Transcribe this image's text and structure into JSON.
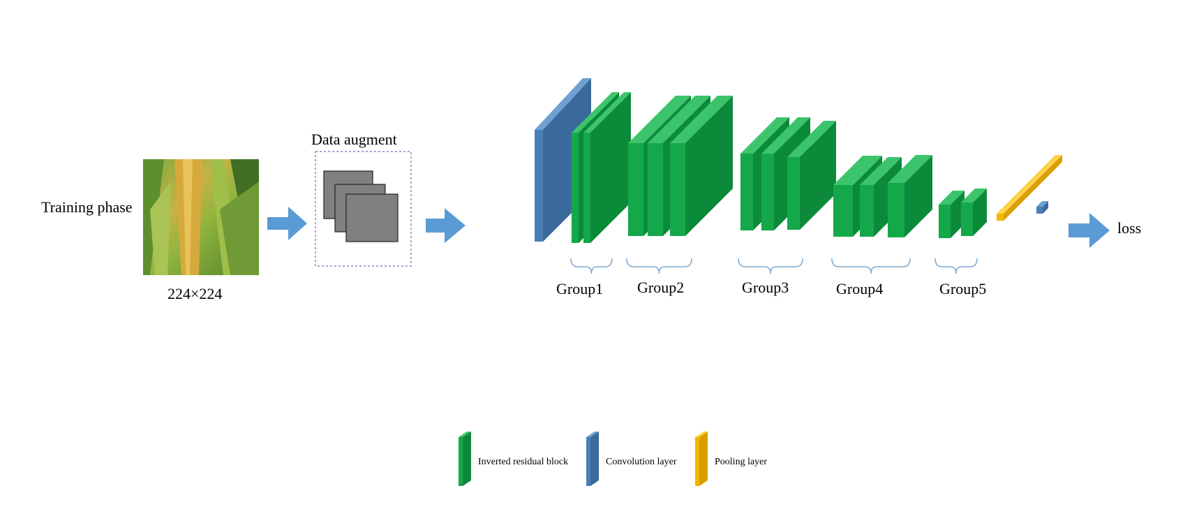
{
  "input": {
    "phase_label": "Training phase",
    "size_label": "224×224"
  },
  "augment": {
    "label": "Data augment"
  },
  "groups": [
    {
      "label": "Group1"
    },
    {
      "label": "Group2"
    },
    {
      "label": "Group3"
    },
    {
      "label": "Group4"
    },
    {
      "label": "Group5"
    }
  ],
  "output": {
    "label": "loss"
  },
  "legend": {
    "items": [
      {
        "label": "Inverted residual block",
        "color": "#1aa44a"
      },
      {
        "label": "Convolution layer",
        "color": "#4a7fb5"
      },
      {
        "label": "Pooling layer",
        "color": "#f2b705"
      }
    ]
  },
  "colors": {
    "arrow": "#5b9bd5",
    "block_front": "#14a84a",
    "block_top": "#3cc46c",
    "block_side": "#0b8a3a",
    "conv_front": "#4a7fb5",
    "conv_top": "#6fa0d2",
    "pool_front": "#f2b705",
    "pool_top": "#ffd24a",
    "brace": "#7fa8d0",
    "augment_border": "#8a5fb5",
    "augment_frame": "#808080"
  }
}
